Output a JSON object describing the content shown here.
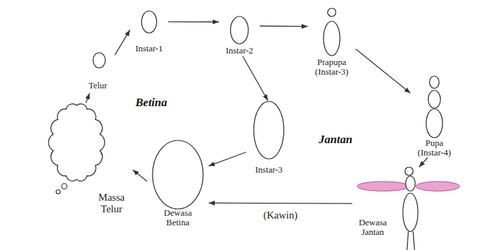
{
  "diagram": {
    "nodes": [
      {
        "text": [
          "Telur"
        ]
      },
      {
        "text": [
          "Instar-1"
        ]
      },
      {
        "text": [
          "Instar-2"
        ]
      },
      {
        "text": [
          "Prapupa (Instar-3)"
        ]
      },
      {
        "text": [
          "Pupa (Instar-4)"
        ]
      },
      {
        "text": [
          "Instar-3"
        ]
      },
      {
        "text": [
          "Dewasa Betina"
        ]
      },
      {
        "text": [
          "Massa Telur"
        ]
      },
      {
        "text": [
          "Dewasa Jantan"
        ]
      }
    ],
    "edges": [
      {
        "from": 0,
        "to": 1,
        "arrow": "to"
      },
      {
        "from": 1,
        "to": 2,
        "arrow": "to"
      },
      {
        "from": 2,
        "to": 3,
        "arrow": "to"
      },
      {
        "from": 3,
        "to": 4,
        "arrow": "to"
      },
      {
        "from": 2,
        "to": 5,
        "arrow": "to"
      },
      {
        "from": 5,
        "to": 6,
        "arrow": "to"
      },
      {
        "from": 6,
        "to": 7,
        "arrow": "to"
      },
      {
        "from": 7,
        "to": 0,
        "arrow": "to"
      },
      {
        "from": 4,
        "to": 8,
        "arrow": "to"
      },
      {
        "from": 8,
        "to": 6,
        "label": "(Kawin)",
        "arrow": "to"
      }
    ],
    "labels": [
      "Betina",
      "Jantan"
    ]
  }
}
